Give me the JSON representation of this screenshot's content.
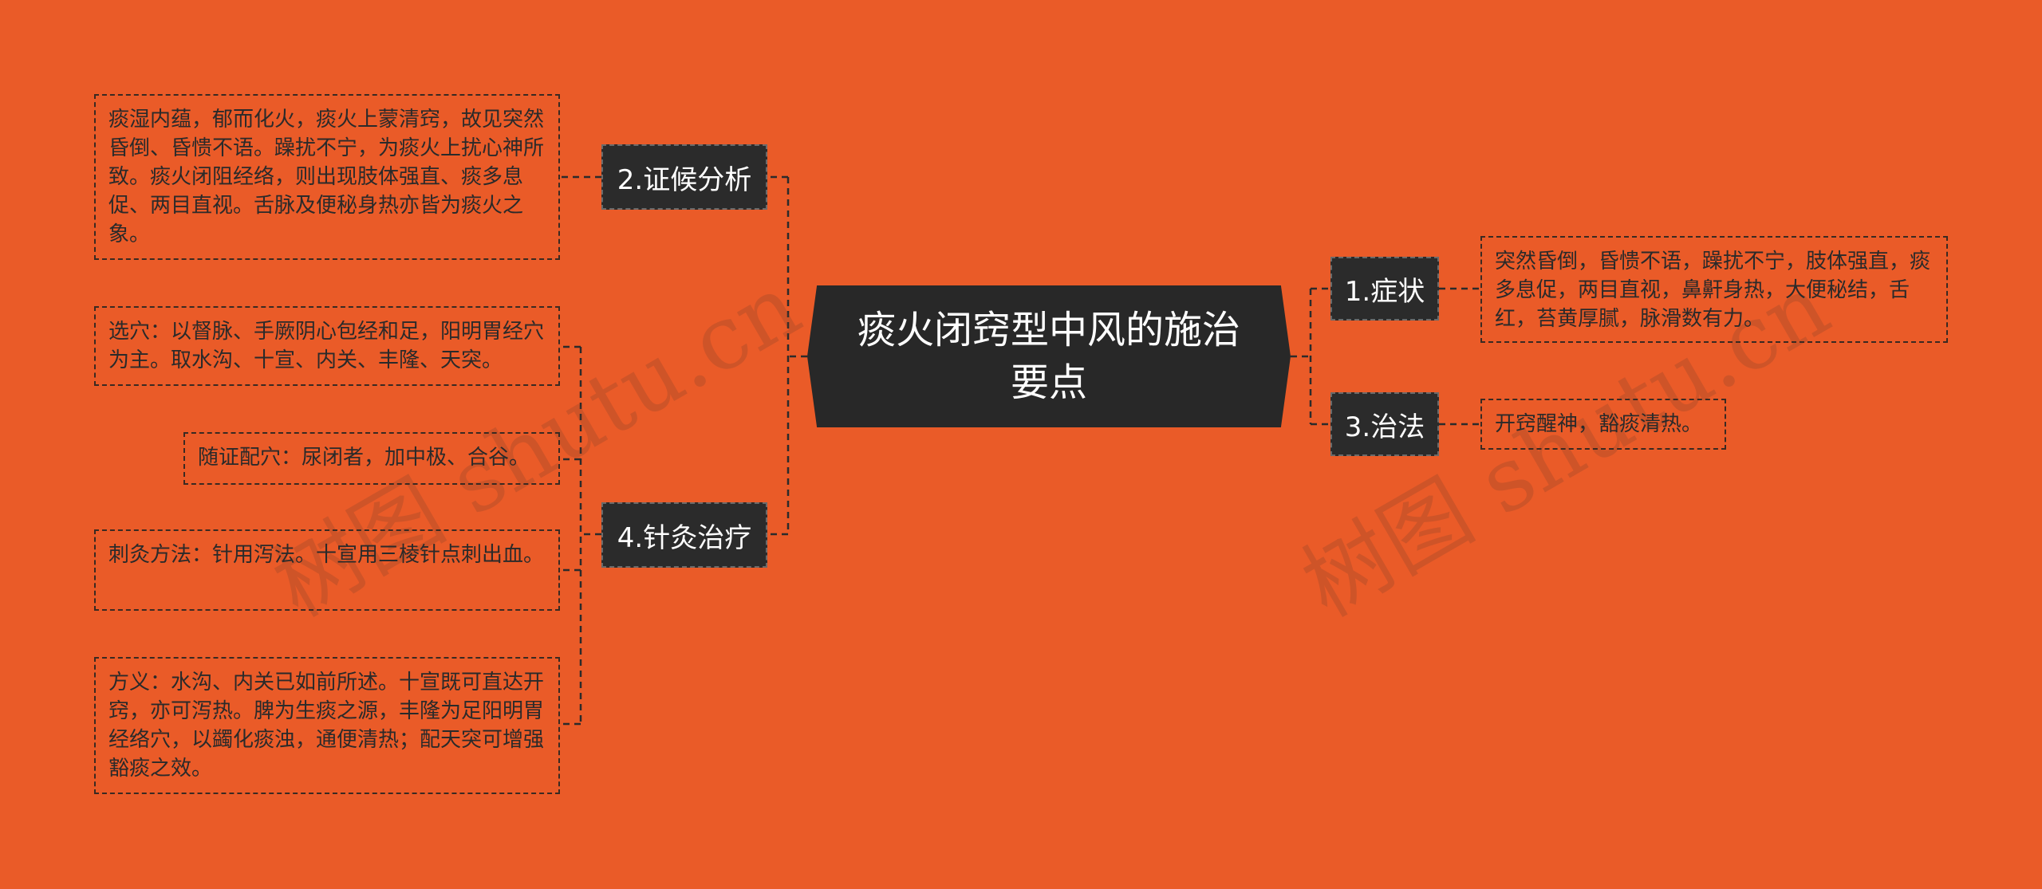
{
  "root": {
    "title": "痰火闭窍型中风的施治要点"
  },
  "branches": [
    {
      "label": "1.症状",
      "leaves": [
        "突然昏倒，昏愦不语，躁扰不宁，肢体强直，痰多息促，两目直视，鼻鼾身热，大便秘结，舌红，苔黄厚腻，脉滑数有力。"
      ]
    },
    {
      "label": "3.治法",
      "leaves": [
        "开窍醒神，豁痰清热。"
      ]
    },
    {
      "label": "2.证候分析",
      "leaves": [
        "痰湿内蕴，郁而化火，痰火上蒙清窍，故见突然昏倒、昏愦不语。躁扰不宁，为痰火上扰心神所致。痰火闭阻经络，则出现肢体强直、痰多息促、两目直视。舌脉及便秘身热亦皆为痰火之象。"
      ]
    },
    {
      "label": "4.针灸治疗",
      "leaves": [
        "选穴：以督脉、手厥阴心包经和足，阳明胃经穴为主。取水沟、十宣、内关、丰隆、天突。",
        "随证配穴：尿闭者，加中极、合谷。",
        "刺灸方法：针用泻法。十宣用三棱针点刺出血。",
        "方义：水沟、内关已如前所述。十宣既可直达开窍，亦可泻热。脾为生痰之源，丰隆为足阳明胃经络穴，以蠲化痰浊，通便清热；配天突可增强豁痰之效。"
      ]
    }
  ],
  "watermark": "树图 shutu.cn"
}
